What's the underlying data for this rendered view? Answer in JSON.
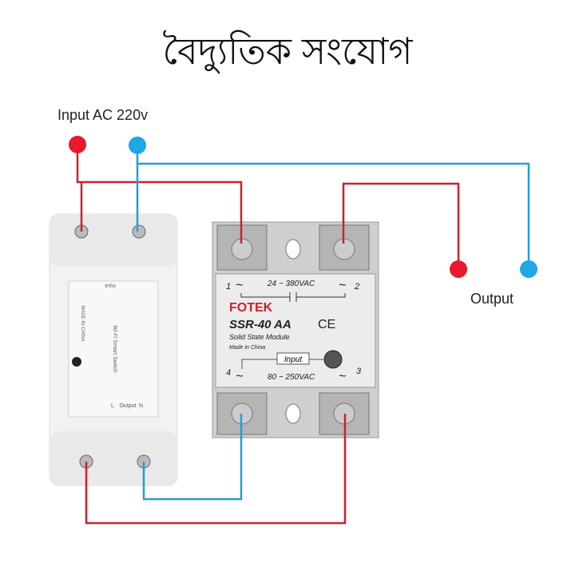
{
  "title": "বৈদ্যুতিক সংযোগ",
  "labels": {
    "input": "Input AC 220v",
    "output": "Output"
  },
  "colors": {
    "live": "#d0202a",
    "neutral": "#1ea0dc"
  },
  "ssr": {
    "brand": "FOTEK",
    "model": "SSR-40 AA",
    "ce": "CE",
    "subtitle": "Solid State Module",
    "origin": "Made in China",
    "load_range": "24 ~ 380VAC",
    "input_label": "Input",
    "input_range": "80 ~ 250VAC",
    "terminals": [
      "1",
      "2",
      "3",
      "4"
    ],
    "tilde": "~"
  },
  "switch": {
    "name": "Wi-Fi Smart Switch",
    "input_label": "Input",
    "output_label": "Output",
    "L": "L",
    "N": "N",
    "origin": "MADE IN CHINA"
  }
}
